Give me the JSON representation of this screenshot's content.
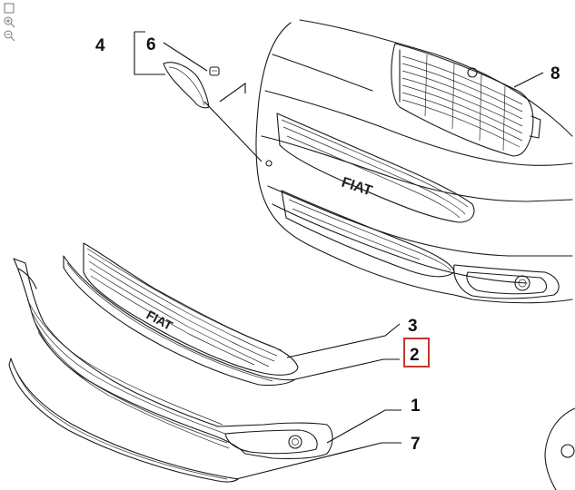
{
  "toolbar": {
    "fit_icon": "fit-page-icon",
    "zoom_in_icon": "zoom-in-icon",
    "zoom_out_icon": "zoom-out-icon"
  },
  "diagram": {
    "callouts": {
      "c1": "1",
      "c2": "2",
      "c3": "3",
      "c4": "4",
      "c6": "6",
      "c7": "7",
      "c8": "8"
    },
    "highlight_color": "#c0392b",
    "logo_text": "FIAT"
  }
}
